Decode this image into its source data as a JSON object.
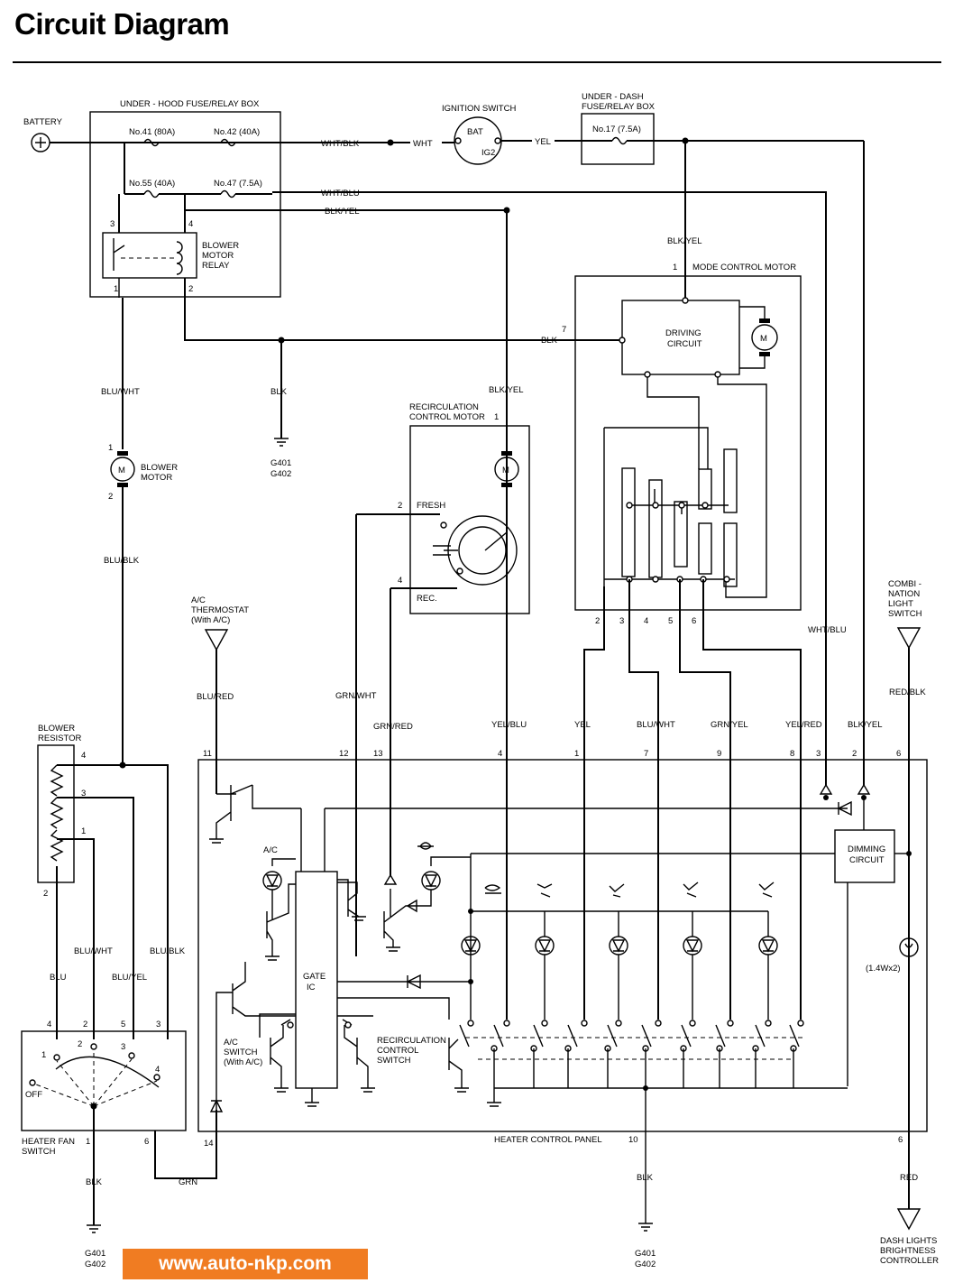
{
  "title": "Circuit Diagram",
  "watermark": "www.auto-nkp.com",
  "labels": {
    "under_hood_box": "UNDER - HOOD FUSE/RELAY BOX",
    "battery": "BATTERY",
    "fuse_41": "No.41 (80A)",
    "fuse_42": "No.42 (40A)",
    "fuse_55": "No.55 (40A)",
    "fuse_47": "No.47 (7.5A)",
    "blower_relay": [
      "BLOWER",
      "MOTOR",
      "RELAY"
    ],
    "ignition_switch": "IGNITION SWITCH",
    "ign_bat": "BAT",
    "ign_ig2": "IG2",
    "under_dash_box": [
      "UNDER - DASH",
      "FUSE/RELAY BOX"
    ],
    "fuse_17": "No.17 (7.5A)",
    "mode_control_motor": "MODE CONTROL MOTOR",
    "driving_circuit": [
      "DRIVING",
      "CIRCUIT"
    ],
    "motor_symbol": "M",
    "recirc_motor": [
      "RECIRCULATION",
      "CONTROL MOTOR"
    ],
    "fresh": "FRESH",
    "rec": "REC.",
    "blower_motor": [
      "BLOWER",
      "MOTOR"
    ],
    "ground_g401_g402": [
      "G401",
      "G402"
    ],
    "ac_thermostat": [
      "A/C",
      "THERMOSTAT",
      "(With A/C)"
    ],
    "combination_switch": [
      "COMBI -",
      "NATION",
      "LIGHT",
      "SWITCH"
    ],
    "blower_resistor": [
      "BLOWER",
      "RESISTOR"
    ],
    "ac": "A/C",
    "gate_ic": [
      "GATE",
      "IC"
    ],
    "dimming_circuit": [
      "DIMMING",
      "CIRCUIT"
    ],
    "bulb_rating": "(1.4Wx2)",
    "ac_switch": [
      "A/C",
      "SWITCH",
      "(With A/C)"
    ],
    "recirc_switch": [
      "RECIRCULATION",
      "CONTROL",
      "SWITCH"
    ],
    "heater_fan_switch": [
      "HEATER FAN",
      "SWITCH"
    ],
    "off": "OFF",
    "heater_control_panel": "HEATER CONTROL PANEL",
    "dash_lights": [
      "DASH LIGHTS",
      "BRIGHTNESS",
      "CONTROLLER"
    ]
  },
  "wire_colors": {
    "wht_blk": "WHT/BLK",
    "wht": "WHT",
    "yel": "YEL",
    "wht_blu": "WHT/BLU",
    "blk_yel": "BLK/YEL",
    "blk": "BLK",
    "blu_wht": "BLU/WHT",
    "blu_blk": "BLU/BLK",
    "blu_red": "BLU/RED",
    "grn_wht": "GRN/WHT",
    "grn_red": "GRN/RED",
    "yel_blu": "YEL/BLU",
    "grn_yel": "GRN/YEL",
    "yel_red": "YEL/RED",
    "red_blk": "RED/BLK",
    "blu": "BLU",
    "blu_yel": "BLU/YEL",
    "grn": "GRN",
    "red": "RED"
  },
  "pins": {
    "relay": [
      "3",
      "4",
      "1",
      "2"
    ],
    "mode_motor": [
      "1",
      "7",
      "2",
      "3",
      "4",
      "5",
      "6"
    ],
    "recirc_motor": [
      "1",
      "2",
      "4"
    ],
    "blower_motor": [
      "1",
      "2"
    ],
    "resistor": [
      "4",
      "3",
      "1",
      "2"
    ],
    "panel_top": [
      "11",
      "12",
      "13",
      "4",
      "1",
      "7",
      "9",
      "8",
      "3",
      "2",
      "6"
    ],
    "panel_bottom": [
      "14",
      "10",
      "6"
    ],
    "fan_switch_top": [
      "4",
      "2",
      "5",
      "3"
    ],
    "fan_switch_inner": [
      "1",
      "2",
      "3",
      "4"
    ],
    "fan_switch_bottom": [
      "1",
      "6"
    ]
  }
}
